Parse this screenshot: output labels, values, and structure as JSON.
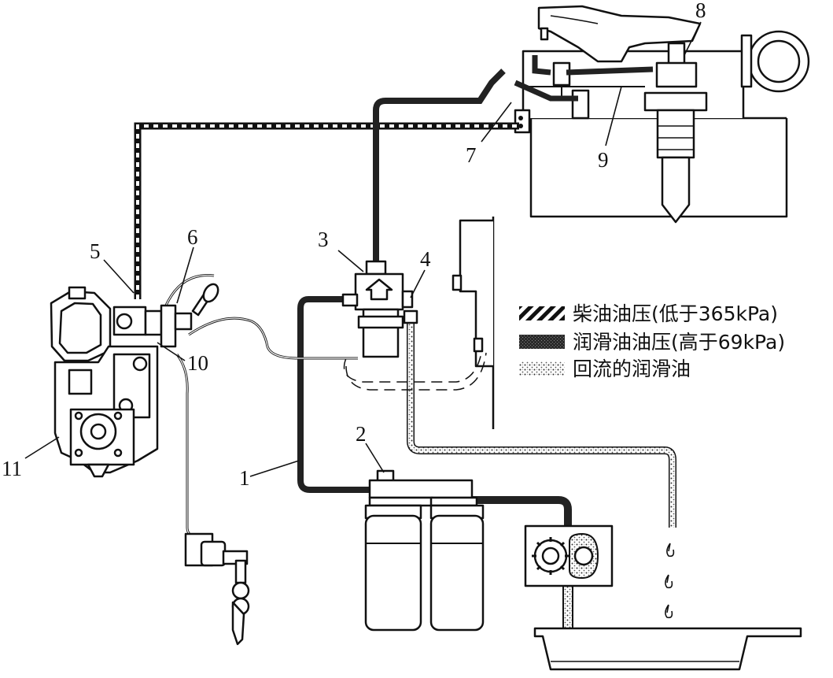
{
  "diagram": {
    "callouts": [
      "1",
      "2",
      "3",
      "4",
      "5",
      "6",
      "7",
      "8",
      "9",
      "10",
      "11"
    ],
    "legend": [
      {
        "label": "柴油油压(低于365kPa)",
        "pattern": "diesel-pressure"
      },
      {
        "label": "润滑油油压(高于69kPa)",
        "pattern": "lube-pressure"
      },
      {
        "label": "回流的润滑油",
        "pattern": "lube-return"
      }
    ]
  }
}
